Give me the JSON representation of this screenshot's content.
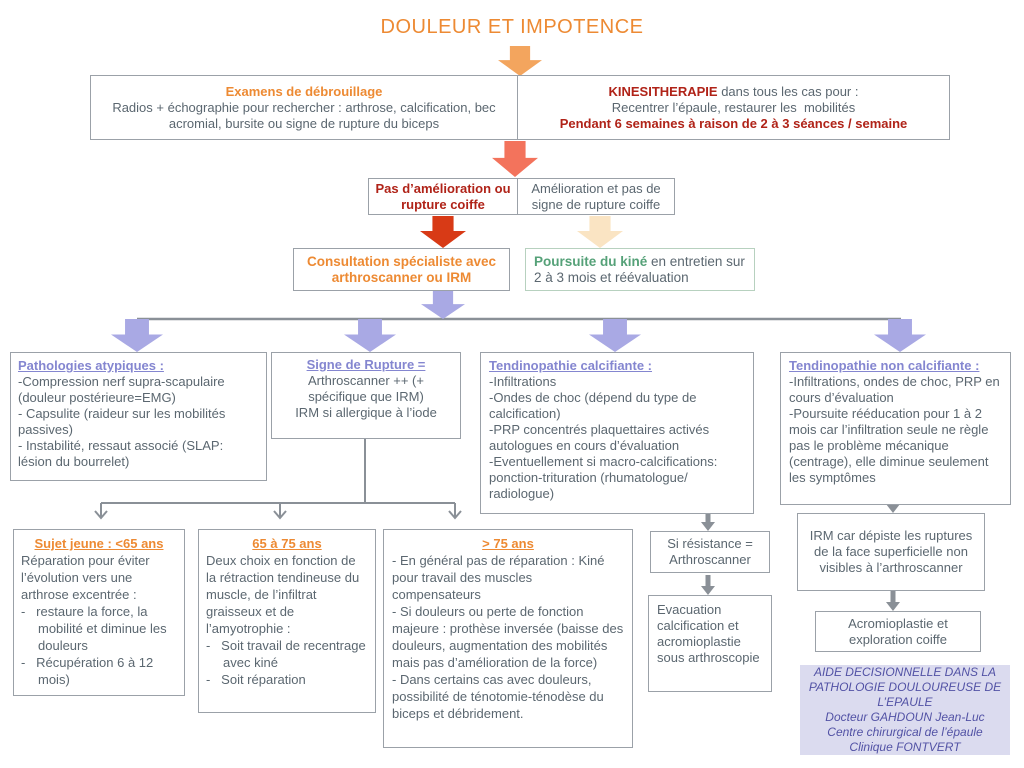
{
  "title": "DOULEUR ET IMPOTENCE",
  "colors": {
    "orange": "#ed8a33",
    "orange_arrow": "#f3a55e",
    "salmon_arrow": "#f3735c",
    "red_arrow": "#d83a16",
    "cream_arrow": "#fae4c3",
    "purple_arrow": "#a9a9e4",
    "purple_heading": "#8486d0",
    "dark_red": "#b02318",
    "green": "#55a178",
    "gray_text": "#5b6770",
    "credits_bg": "#dbdbef"
  },
  "screening": {
    "heading": "Examens de débrouillage",
    "body": "Radios + échographie pour rechercher : arthrose, calcification, bec acromial, bursite ou signe de rupture du biceps"
  },
  "kinesitherapie": {
    "lead_bold": "KINESITHERAPIE",
    "lead_rest": " dans tous les cas pour :",
    "line2": "Recentrer l’épaule, restaurer les  mobilités",
    "line3": "Pendant 6 semaines à raison de 2 à 3 séances / semaine"
  },
  "decisions": {
    "negative": "Pas d’amélioration ou rupture coiffe",
    "positive": "Amélioration et pas de signe de rupture coiffe"
  },
  "consultation": "Consultation spécialiste avec arthroscanner ou IRM",
  "kine_followup": {
    "bold": "Poursuite du kiné",
    "rest": " en entretien sur 2 à 3 mois et réévaluation"
  },
  "branches": {
    "atypical": {
      "heading": "Pathologies atypiques :",
      "lines": [
        "-Compression nerf supra-scapulaire (douleur postérieure=EMG)",
        "- Capsulite (raideur sur les mobilités passives)",
        "- Instabilité, ressaut associé (SLAP: lésion du bourrelet)"
      ]
    },
    "rupture": {
      "heading": "Signe de Rupture =",
      "lines": [
        "Arthroscanner ++ (+ spécifique que IRM)",
        "IRM si allergique à l’iode"
      ]
    },
    "calcifying": {
      "heading": "Tendinopathie calcifiante :",
      "lines": [
        "-Infiltrations",
        "-Ondes de choc (dépend du type de calcification)",
        "-PRP concentrés plaquettaires activés autologues en cours d’évaluation",
        "-Eventuellement si macro-calcifications: ponction-trituration (rhumatologue/ radiologue)"
      ]
    },
    "non_calcifying": {
      "heading": "Tendinopathie non calcifiante :",
      "lines": [
        "-Infiltrations, ondes de choc, PRP en cours d’évaluation",
        "-Poursuite rééducation pour 1 à 2 mois car l’infiltration seule ne règle pas le problème mécanique (centrage), elle diminue seulement les symptômes"
      ]
    }
  },
  "age_groups": {
    "young": {
      "heading": "Sujet jeune : <65 ans",
      "intro": "Réparation pour éviter l’évolution vers une arthrose excentrée :",
      "items": [
        "-   restaure la force, la mobilité et diminue les douleurs",
        "-   Récupération 6 à 12 mois)"
      ]
    },
    "middle": {
      "heading": "65 à 75 ans",
      "intro": "Deux choix en fonction de la rétraction tendineuse du muscle, de l’infiltrat graisseux et de l’amyotrophie :",
      "items": [
        "-   Soit travail de recentrage avec kiné",
        "-   Soit réparation"
      ]
    },
    "old": {
      "heading": "> 75 ans",
      "paragraphs": [
        "- En général pas de réparation : Kiné pour travail des muscles compensateurs",
        "- Si douleurs ou perte de fonction majeure : prothèse inversée (baisse des douleurs, augmentation des mobilités mais pas d’amélioration de la force)",
        "- Dans certains cas avec douleurs, possibilité de ténotomie-ténodèse du biceps et débridement."
      ]
    }
  },
  "right_flow": {
    "resistance": "Si résistance = Arthroscanner",
    "evacuation": "Evacuation calcification et acromioplastie sous arthroscopie",
    "irm": "IRM car dépiste les ruptures de la face superficielle non visibles à l’arthroscanner",
    "acromioplasty": "Acromioplastie et exploration coiffe"
  },
  "credits": {
    "title": "AIDE DECISIONNELLE DANS LA PATHOLOGIE DOULOUREUSE DE L’EPAULE",
    "line2": "Docteur GAHDOUN Jean-Luc",
    "line3": "Centre chirurgical de l’épaule",
    "line4": "Clinique FONTVERT"
  }
}
